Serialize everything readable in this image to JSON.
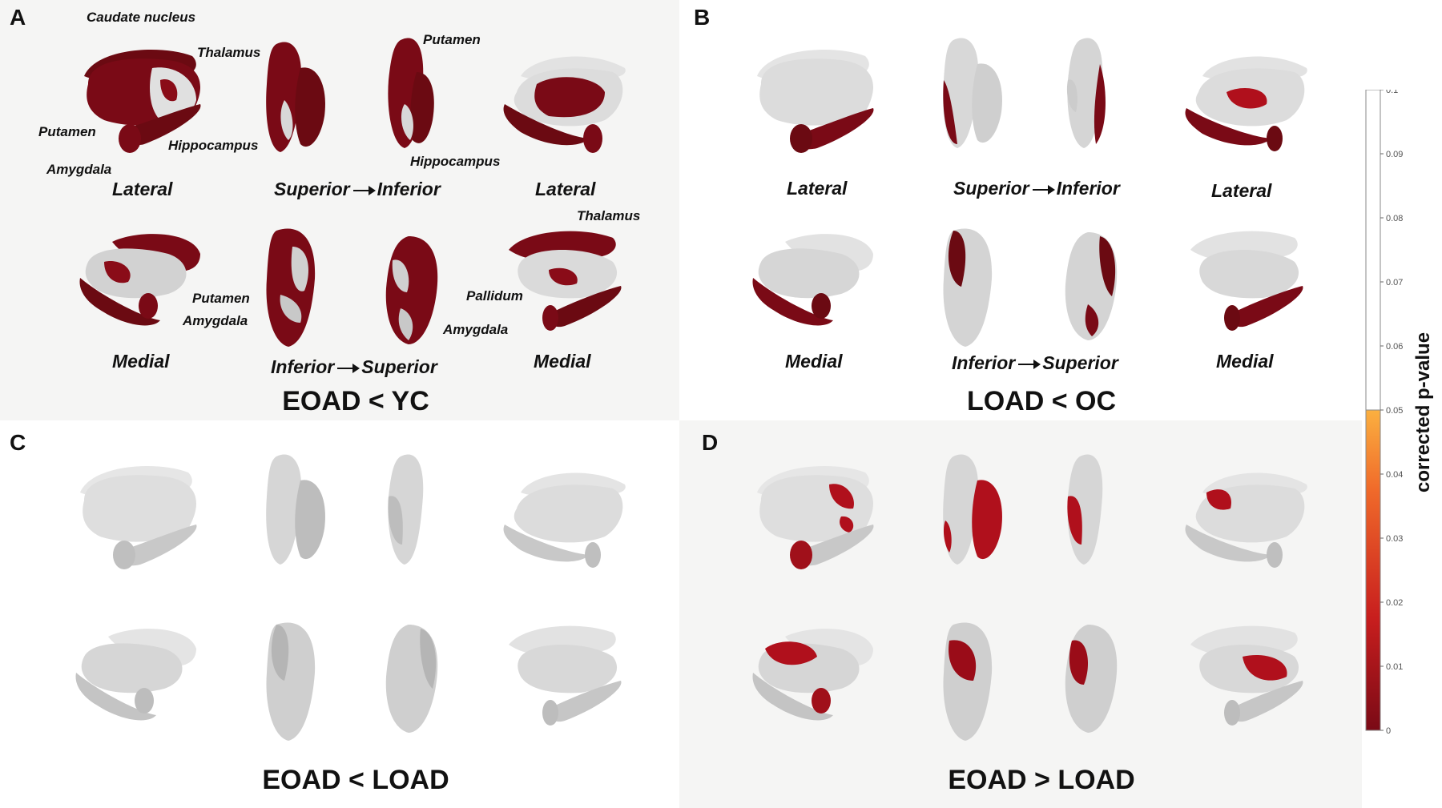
{
  "panels": {
    "a": {
      "letter": "A",
      "title": "EOAD < YC",
      "views": {
        "lateral_l": "Lateral",
        "sup": "Superior",
        "inf": "Inferior",
        "lateral_r": "Lateral",
        "medial_l": "Medial",
        "inf2": "Inferior",
        "sup2": "Superior",
        "medial_r": "Medial"
      },
      "annotations": {
        "caudate": "Caudate nucleus",
        "thalamus": "Thalamus",
        "putamen1": "Putamen",
        "putamen2": "Putamen",
        "amygdala1": "Amygdala",
        "hippocampus1": "Hippocampus",
        "hippocampus2": "Hippocampus",
        "thalamus2": "Thalamus",
        "putamen3": "Putamen",
        "amygdala2": "Amygdala",
        "pallidum": "Pallidum",
        "amygdala3": "Amygdala"
      }
    },
    "b": {
      "letter": "B",
      "title": "LOAD < OC",
      "views": {
        "lateral_l": "Lateral",
        "sup": "Superior",
        "inf": "Inferior",
        "lateral_r": "Lateral",
        "medial_l": "Medial",
        "inf2": "Inferior",
        "sup2": "Superior",
        "medial_r": "Medial"
      }
    },
    "c": {
      "letter": "C",
      "title": "EOAD < LOAD"
    },
    "d": {
      "letter": "D",
      "title": "EOAD > LOAD"
    }
  },
  "colorbar": {
    "label": "corrected p-value",
    "ticks": [
      "0.1",
      "0.09",
      "0.08",
      "0.07",
      "0.06",
      "0.05",
      "0.04",
      "0.03",
      "0.02",
      "0.01",
      "0"
    ],
    "colors": {
      "low": "#7a0a16",
      "mid": "#d8301f",
      "high": "#fbb040",
      "insignificant": "#ffffff"
    }
  }
}
